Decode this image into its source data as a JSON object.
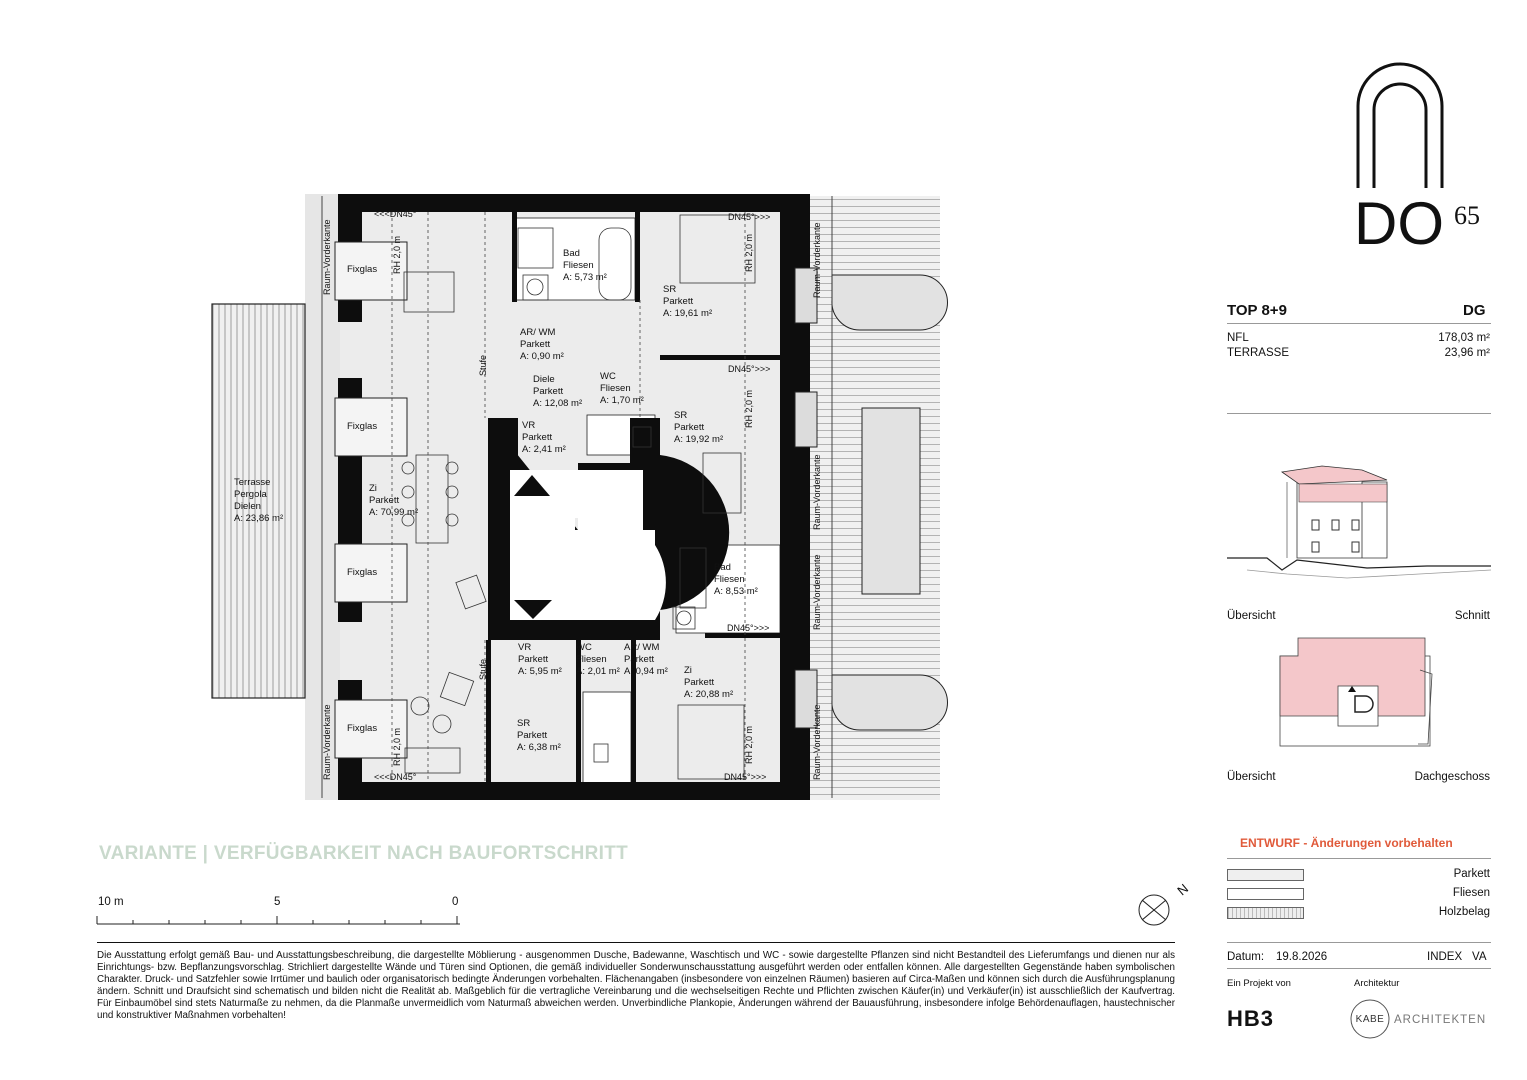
{
  "brand": {
    "logo_text": "DO",
    "logo_sup": "65"
  },
  "unit": {
    "top_label": "TOP 8+9",
    "floor": "DG",
    "rows": [
      {
        "label": "NFL",
        "value": "178,03 m²"
      },
      {
        "label": "TERRASSE",
        "value": "23,96 m²"
      }
    ]
  },
  "views": {
    "overview1": "Übersicht",
    "section": "Schnitt",
    "overview2": "Übersicht",
    "floor_view": "Dachgeschoss"
  },
  "draft_note": "ENTWURF - Änderungen vorbehalten",
  "legend": [
    {
      "label": "Parkett"
    },
    {
      "label": "Fliesen"
    },
    {
      "label": "Holzbelag"
    }
  ],
  "meta": {
    "date_label": "Datum:",
    "date_value": "19.8.2026",
    "index_label": "INDEX",
    "index_value": "VA"
  },
  "credits": {
    "project_by": "Ein Projekt von",
    "architecture": "Architektur",
    "developer": "HB3",
    "architect_mark": "KABE",
    "architect": "ARCHITEKTEN"
  },
  "variant_banner": "VARIANTE | VERFÜGBARKEIT NACH BAUFORTSCHRITT",
  "scale": {
    "left": "10 m",
    "mid": "5",
    "right": "0"
  },
  "north": "N",
  "disclaimer": "Die Ausstattung erfolgt gemäß Bau- und Ausstattungsbeschreibung, die dargestellte Möblierung - ausgenommen Dusche, Badewanne, Waschtisch und WC - sowie dargestellte Pflanzen sind nicht Bestandteil des Lieferumfangs und dienen nur als Einrichtungs- bzw. Bepflanzungsvorschlag. Strichliert dargestellte Wände und Türen sind Optionen, die gemäß individueller Sonderwunschausstattung ausgeführt werden oder entfallen können. Alle dargestellten Gegenstände haben symbolischen Charakter. Druck- und Satzfehler sowie Irrtümer und baulich oder organisatorisch bedingte Änderungen vorbehalten. Flächenangaben (insbesondere von einzelnen Räumen) basieren auf Circa-Maßen und können sich durch die Ausführungsplanung ändern. Schnitt und Draufsicht sind schematisch und bilden nicht die Realität ab. Maßgeblich für die vertragliche Vereinbarung und die wechselseitigen Rechte und Pflichten zwischen Käufer(in) und Verkäufer(in) ist ausschließlich der Kaufvertrag. Für Einbaumöbel sind stets Naturmaße zu nehmen, da die Planmaße unvermeidlich vom Naturmaß abweichen werden. Unverbindliche Plankopie, Änderungen während der Bauausführung, insbesondere infolge Behördenauflagen, haustechnischer und konstruktiver Maßnahmen vorbehalten!",
  "rooms": {
    "terrace": "Terrasse\nPergola\nDielen\nA: 23,86 m²",
    "zi_main": "Zi\nParkett\nA: 70,99 m²",
    "bad1": "Bad\nFliesen\nA: 5,73 m²",
    "arwm1": "AR/ WM\nParkett\nA: 0,90 m²",
    "sr1": "SR\nParkett\nA: 19,61 m²",
    "diele": "Diele\nParkett\nA: 12,08 m²",
    "wc1": "WC\nFliesen\nA: 1,70 m²",
    "vr1": "VR\nParkett\nA: 2,41 m²",
    "sr2": "SR\nParkett\nA: 19,92 m²",
    "bad2": "Bad\nFliesen\nA: 8,53 m²",
    "vr2": "VR\nParkett\nA: 5,95 m²",
    "wc2": "WC\nFliesen\nA: 2,01 m²",
    "arwm2": "AR/ WM\nParkett\nA: 0,94 m²",
    "zi2": "Zi\nParkett\nA: 20,88 m²",
    "sr3": "SR\nParkett\nA: 6,38 m²"
  },
  "fixglas": [
    "Fixglas",
    "Fixglas",
    "Fixglas",
    "Fixglas"
  ],
  "wall_notes": {
    "dn_top_left": "<<<DN45°",
    "dn_top_right": "DN45°>>>",
    "dn_mid_right": "DN45°>>>",
    "dn_low_right": "DN45°>>>",
    "dn_bottom_left": "<<<DN45°",
    "dn_bottom_right": "DN45°>>>",
    "rh": "RH 2,0 m",
    "raumvorderkante": "Raum-Vorderkante",
    "stufe": "Stufe"
  }
}
